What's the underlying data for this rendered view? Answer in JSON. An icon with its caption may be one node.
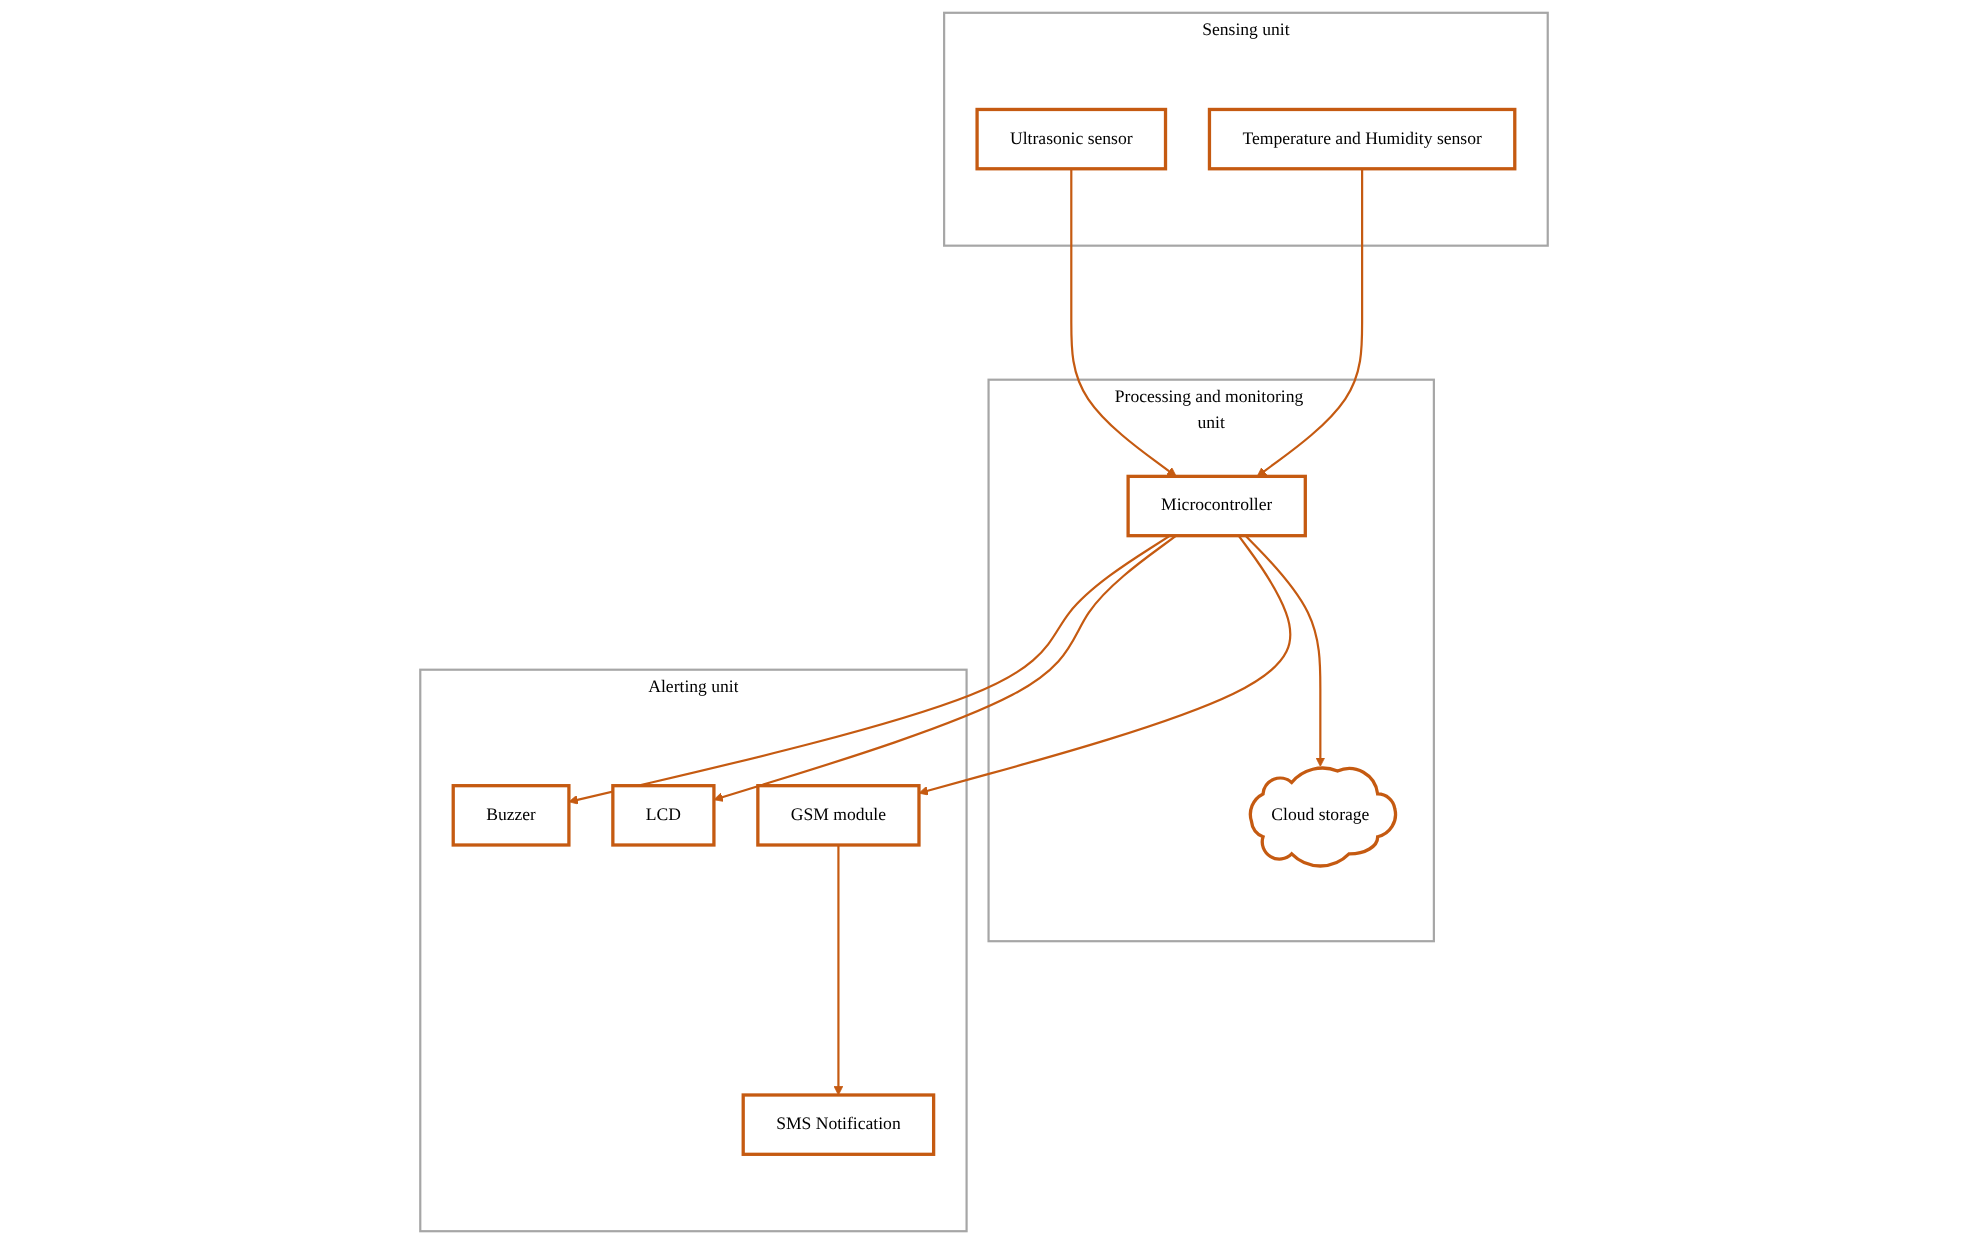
{
  "diagram": {
    "nodes": [
      {
        "text": [
          "Sensing unit"
        ]
      },
      {
        "text": [
          "Ultrasonic sensor"
        ],
        "in": 0
      },
      {
        "text": [
          "Temperature and Humidity sensor"
        ],
        "in": 0
      },
      {
        "text": [
          "Processing and monitoring unit"
        ]
      },
      {
        "text": [
          "Microcontroller"
        ],
        "in": 3
      },
      {
        "text": [
          "Cloud storage"
        ],
        "in": 3
      },
      {
        "text": [
          "Alerting unit"
        ]
      },
      {
        "text": [
          "Buzzer"
        ],
        "in": 6
      },
      {
        "text": [
          "LCD"
        ],
        "in": 6
      },
      {
        "text": [
          "GSM module"
        ],
        "in": 6
      },
      {
        "text": [
          "SMS Notification"
        ],
        "in": 6
      }
    ],
    "edges": [
      {
        "from": 1,
        "to": 4,
        "arrow": "to"
      },
      {
        "from": 2,
        "to": 4,
        "arrow": "to"
      },
      {
        "from": 4,
        "to": 7,
        "arrow": "to"
      },
      {
        "from": 4,
        "to": 8,
        "arrow": "to"
      },
      {
        "from": 4,
        "to": 9,
        "arrow": "to"
      },
      {
        "from": 9,
        "to": 10,
        "arrow": "to"
      },
      {
        "from": 4,
        "to": 5,
        "arrow": "to"
      }
    ]
  }
}
